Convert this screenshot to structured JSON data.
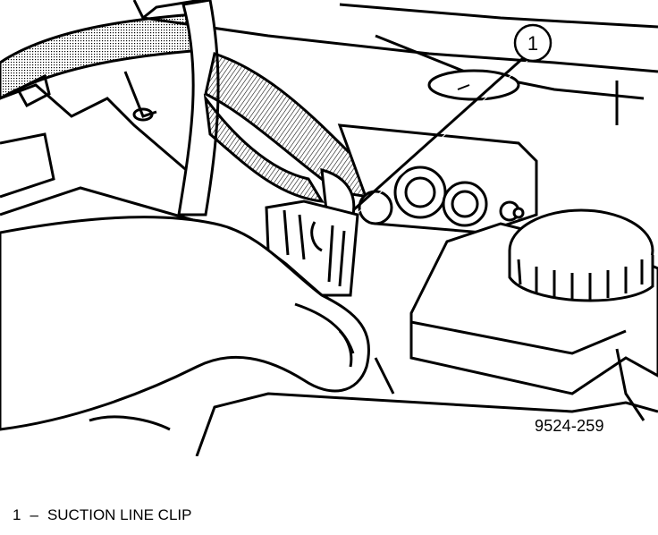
{
  "figure": {
    "code": "9524-259",
    "callout_number": "1"
  },
  "legend": {
    "items": [
      {
        "number": "1",
        "separator": "–",
        "label": "SUCTION LINE CLIP"
      }
    ]
  },
  "colors": {
    "ink": "#000000",
    "paper": "#ffffff"
  }
}
